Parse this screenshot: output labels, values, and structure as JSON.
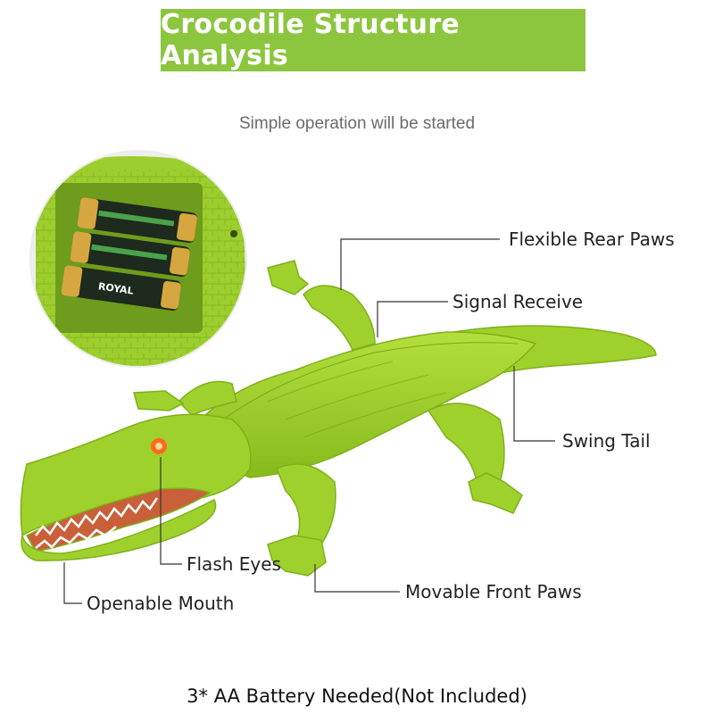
{
  "header": {
    "title": "Crocodile Structure Analysis",
    "subtitle": "Simple operation will be started"
  },
  "callouts": {
    "flexible_rear_paws": "Flexible Rear Paws",
    "signal_receive": "Signal Receive",
    "swing_tail": "Swing Tail",
    "flash_eyes": "Flash Eyes",
    "openable_mouth": "Openable Mouth",
    "movable_front_paws": "Movable Front Paws"
  },
  "inset": {
    "battery_text": "ROYAL"
  },
  "footer": {
    "note": "3* AA Battery Needed(Not Included)"
  },
  "colors": {
    "banner": "#8cc63f",
    "croc_body": "#9fd12c",
    "croc_shade": "#7fb01a",
    "eye": "#ff6a1a"
  }
}
